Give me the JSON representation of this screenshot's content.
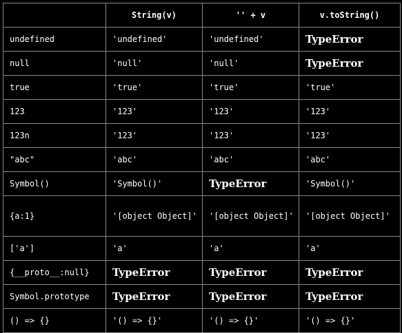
{
  "headers": [
    "",
    "String(v)",
    "'' + v",
    "v.toString()"
  ],
  "rows": [
    {
      "value": "undefined",
      "string_v": "'undefined'",
      "concat_v": "'undefined'",
      "tostring_v": "TypeError"
    },
    {
      "value": "null",
      "string_v": "'null'",
      "concat_v": "'null'",
      "tostring_v": "TypeError"
    },
    {
      "value": "true",
      "string_v": "'true'",
      "concat_v": "'true'",
      "tostring_v": "'true'"
    },
    {
      "value": "123",
      "string_v": "'123'",
      "concat_v": "'123'",
      "tostring_v": "'123'"
    },
    {
      "value": "123n",
      "string_v": "'123'",
      "concat_v": "'123'",
      "tostring_v": "'123'"
    },
    {
      "value": "\"abc\"",
      "string_v": "'abc'",
      "concat_v": "'abc'",
      "tostring_v": "'abc'"
    },
    {
      "value": "Symbol()",
      "string_v": "'Symbol()'",
      "concat_v": "TypeError",
      "tostring_v": "'Symbol()'"
    },
    {
      "value": "{a:1}",
      "string_v": "'[object Object]'",
      "concat_v": "'[object Object]'",
      "tostring_v": "'[object Object]'"
    },
    {
      "value": "['a']",
      "string_v": "'a'",
      "concat_v": "'a'",
      "tostring_v": "'a'"
    },
    {
      "value": "{__proto__:null}",
      "string_v": "TypeError",
      "concat_v": "TypeError",
      "tostring_v": "TypeError"
    },
    {
      "value": "Symbol.prototype",
      "string_v": "TypeError",
      "concat_v": "TypeError",
      "tostring_v": "TypeError"
    },
    {
      "value": "() => {}",
      "string_v": "'() => {}'",
      "concat_v": "'() => {}'",
      "tostring_v": "'() => {}'"
    }
  ],
  "colors": {
    "background": "#000000",
    "text": "#ffffff",
    "border": "#8a8a8a"
  }
}
